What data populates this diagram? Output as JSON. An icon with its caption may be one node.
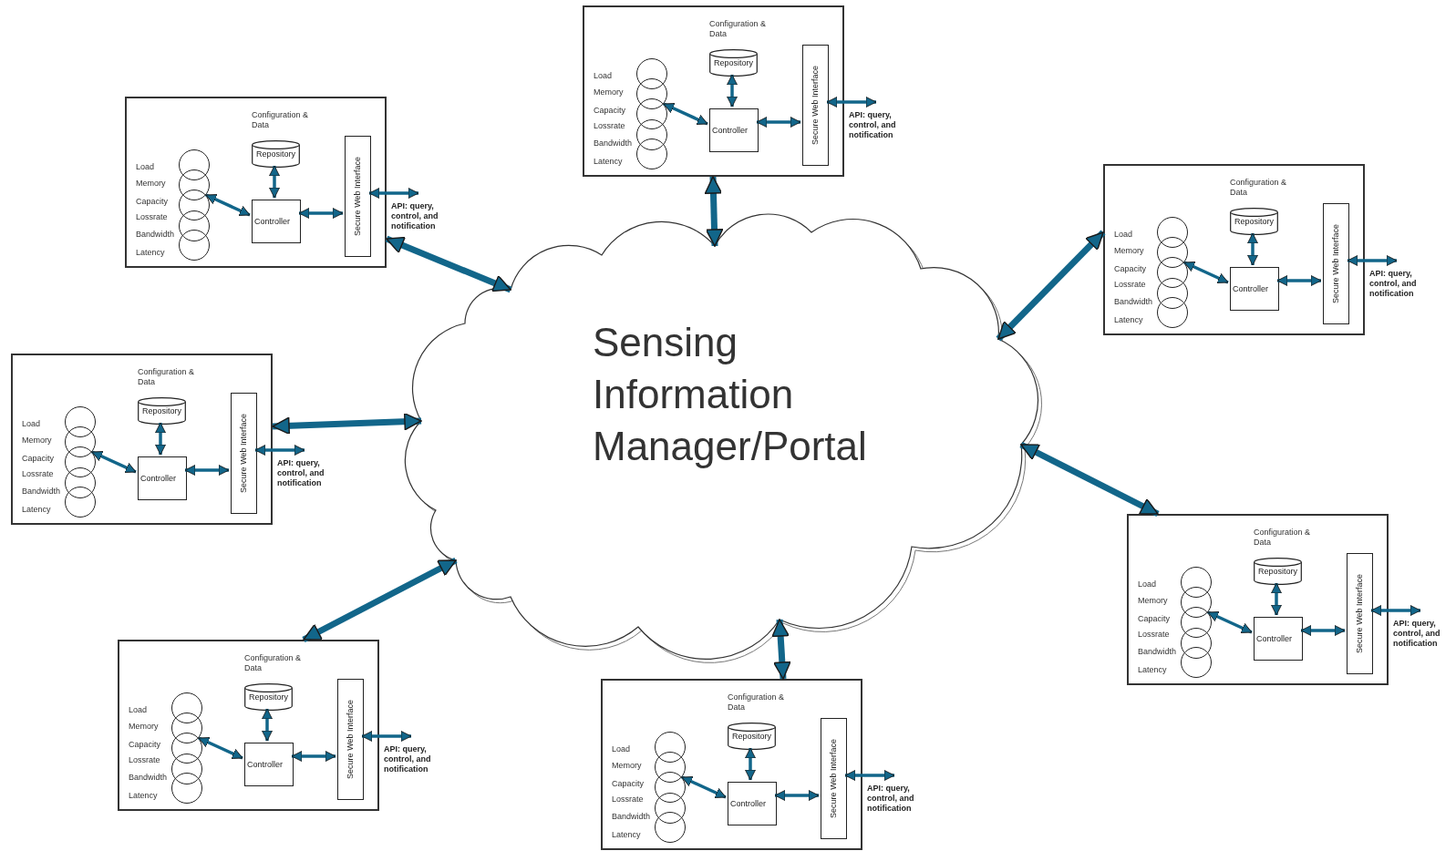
{
  "diagram": {
    "nodes": [
      {
        "text": [
          "Sensing Information Manager/Portal"
        ]
      },
      {
        "text": [
          "Load",
          "Memory",
          "Capacity",
          "Lossrate",
          "Bandwidth",
          "Latency"
        ]
      },
      {
        "text": [
          "Repository"
        ],
        "in": 1,
        "beside": [
          "Configuration & Data"
        ]
      },
      {
        "text": [
          "Controller"
        ],
        "in": 1
      },
      {
        "text": [
          "Secure Web Interface"
        ],
        "in": 1
      },
      {
        "text": [],
        "shape": "circle",
        "in": 1
      },
      {
        "text": [],
        "shape": "circle",
        "in": 1
      },
      {
        "text": [],
        "shape": "circle",
        "in": 1
      },
      {
        "text": [],
        "shape": "circle",
        "in": 1
      },
      {
        "text": [],
        "shape": "circle",
        "in": 1
      },
      {
        "text": [
          "API: query, control, and notification"
        ]
      },
      {
        "text": [
          "Load",
          "Memory",
          "Capacity",
          "Lossrate",
          "Bandwidth",
          "Latency"
        ]
      },
      {
        "text": [
          "Repository"
        ],
        "in": 11,
        "beside": [
          "Configuration & Data"
        ]
      },
      {
        "text": [
          "Controller"
        ],
        "in": 11
      },
      {
        "text": [
          "Secure Web Interface"
        ],
        "in": 11
      },
      {
        "text": [],
        "shape": "circle",
        "in": 11
      },
      {
        "text": [],
        "shape": "circle",
        "in": 11
      },
      {
        "text": [],
        "shape": "circle",
        "in": 11
      },
      {
        "text": [],
        "shape": "circle",
        "in": 11
      },
      {
        "text": [],
        "shape": "circle",
        "in": 11
      },
      {
        "text": [
          "API: query, control, and notification"
        ]
      },
      {
        "text": [
          "Load",
          "Memory",
          "Capacity",
          "Lossrate",
          "Bandwidth",
          "Latency"
        ]
      },
      {
        "text": [
          "Repository"
        ],
        "in": 21,
        "beside": [
          "Configuration & Data"
        ]
      },
      {
        "text": [
          "Controller"
        ],
        "in": 21
      },
      {
        "text": [
          "Secure Web Interface"
        ],
        "in": 21
      },
      {
        "text": [],
        "shape": "circle",
        "in": 21
      },
      {
        "text": [],
        "shape": "circle",
        "in": 21
      },
      {
        "text": [],
        "shape": "circle",
        "in": 21
      },
      {
        "text": [],
        "shape": "circle",
        "in": 21
      },
      {
        "text": [],
        "shape": "circle",
        "in": 21
      },
      {
        "text": [
          "API: query, control, and notification"
        ]
      },
      {
        "text": [
          "Load",
          "Memory",
          "Capacity",
          "Lossrate",
          "Bandwidth",
          "Latency"
        ]
      },
      {
        "text": [
          "Repository"
        ],
        "in": 31,
        "beside": [
          "Configuration & Data"
        ]
      },
      {
        "text": [
          "Controller"
        ],
        "in": 31
      },
      {
        "text": [
          "Secure Web Interface"
        ],
        "in": 31
      },
      {
        "text": [],
        "shape": "circle",
        "in": 31
      },
      {
        "text": [],
        "shape": "circle",
        "in": 31
      },
      {
        "text": [],
        "shape": "circle",
        "in": 31
      },
      {
        "text": [],
        "shape": "circle",
        "in": 31
      },
      {
        "text": [],
        "shape": "circle",
        "in": 31
      },
      {
        "text": [
          "API: query, control, and notification"
        ]
      },
      {
        "text": [
          "Load",
          "Memory",
          "Capacity",
          "Lossrate",
          "Bandwidth",
          "Latency"
        ]
      },
      {
        "text": [
          "Repository"
        ],
        "in": 41,
        "beside": [
          "Configuration & Data"
        ]
      },
      {
        "text": [
          "Controller"
        ],
        "in": 41
      },
      {
        "text": [
          "Secure Web Interface"
        ],
        "in": 41
      },
      {
        "text": [],
        "shape": "circle",
        "in": 41
      },
      {
        "text": [],
        "shape": "circle",
        "in": 41
      },
      {
        "text": [],
        "shape": "circle",
        "in": 41
      },
      {
        "text": [],
        "shape": "circle",
        "in": 41
      },
      {
        "text": [],
        "shape": "circle",
        "in": 41
      },
      {
        "text": [
          "API: query, control, and notification"
        ]
      },
      {
        "text": [
          "Load",
          "Memory",
          "Capacity",
          "Lossrate",
          "Bandwidth",
          "Latency"
        ]
      },
      {
        "text": [
          "Repository"
        ],
        "in": 51,
        "beside": [
          "Configuration & Data"
        ]
      },
      {
        "text": [
          "Controller"
        ],
        "in": 51
      },
      {
        "text": [
          "Secure Web Interface"
        ],
        "in": 51
      },
      {
        "text": [],
        "shape": "circle",
        "in": 51
      },
      {
        "text": [],
        "shape": "circle",
        "in": 51
      },
      {
        "text": [],
        "shape": "circle",
        "in": 51
      },
      {
        "text": [],
        "shape": "circle",
        "in": 51
      },
      {
        "text": [],
        "shape": "circle",
        "in": 51
      },
      {
        "text": [
          "API: query, control, and notification"
        ]
      },
      {
        "text": [
          "Load",
          "Memory",
          "Capacity",
          "Lossrate",
          "Bandwidth",
          "Latency"
        ]
      },
      {
        "text": [
          "Repository"
        ],
        "in": 61,
        "beside": [
          "Configuration & Data"
        ]
      },
      {
        "text": [
          "Controller"
        ],
        "in": 61
      },
      {
        "text": [
          "Secure Web Interface"
        ],
        "in": 61
      },
      {
        "text": [],
        "shape": "circle",
        "in": 61
      },
      {
        "text": [],
        "shape": "circle",
        "in": 61
      },
      {
        "text": [],
        "shape": "circle",
        "in": 61
      },
      {
        "text": [],
        "shape": "circle",
        "in": 61
      },
      {
        "text": [],
        "shape": "circle",
        "in": 61
      },
      {
        "text": [
          "API: query, control, and notification"
        ]
      }
    ],
    "edges": [
      {
        "from": 2,
        "to": 3,
        "arrow": "both"
      },
      {
        "from": 7,
        "to": 3,
        "arrow": "both"
      },
      {
        "from": 3,
        "to": 4,
        "arrow": "both"
      },
      {
        "from": 4,
        "to": 10,
        "arrow": "both"
      },
      {
        "from": 1,
        "to": 0,
        "arrow": "both",
        "style": "thick"
      },
      {
        "from": 12,
        "to": 13,
        "arrow": "both"
      },
      {
        "from": 17,
        "to": 13,
        "arrow": "both"
      },
      {
        "from": 13,
        "to": 14,
        "arrow": "both"
      },
      {
        "from": 14,
        "to": 20,
        "arrow": "both"
      },
      {
        "from": 11,
        "to": 0,
        "arrow": "both",
        "style": "thick"
      },
      {
        "from": 22,
        "to": 23,
        "arrow": "both"
      },
      {
        "from": 27,
        "to": 23,
        "arrow": "both"
      },
      {
        "from": 23,
        "to": 24,
        "arrow": "both"
      },
      {
        "from": 24,
        "to": 30,
        "arrow": "both"
      },
      {
        "from": 21,
        "to": 0,
        "arrow": "both",
        "style": "thick"
      },
      {
        "from": 32,
        "to": 33,
        "arrow": "both"
      },
      {
        "from": 37,
        "to": 33,
        "arrow": "both"
      },
      {
        "from": 33,
        "to": 34,
        "arrow": "both"
      },
      {
        "from": 34,
        "to": 40,
        "arrow": "both"
      },
      {
        "from": 31,
        "to": 0,
        "arrow": "both",
        "style": "thick"
      },
      {
        "from": 42,
        "to": 43,
        "arrow": "both"
      },
      {
        "from": 47,
        "to": 43,
        "arrow": "both"
      },
      {
        "from": 43,
        "to": 44,
        "arrow": "both"
      },
      {
        "from": 44,
        "to": 50,
        "arrow": "both"
      },
      {
        "from": 41,
        "to": 0,
        "arrow": "both",
        "style": "thick"
      },
      {
        "from": 52,
        "to": 53,
        "arrow": "both"
      },
      {
        "from": 57,
        "to": 53,
        "arrow": "both"
      },
      {
        "from": 53,
        "to": 54,
        "arrow": "both"
      },
      {
        "from": 54,
        "to": 60,
        "arrow": "both"
      },
      {
        "from": 51,
        "to": 0,
        "arrow": "both",
        "style": "thick"
      },
      {
        "from": 62,
        "to": 63,
        "arrow": "both"
      },
      {
        "from": 67,
        "to": 63,
        "arrow": "both"
      },
      {
        "from": 63,
        "to": 64,
        "arrow": "both"
      },
      {
        "from": 64,
        "to": 70,
        "arrow": "both"
      },
      {
        "from": 61,
        "to": 0,
        "arrow": "both",
        "style": "thick"
      }
    ]
  }
}
